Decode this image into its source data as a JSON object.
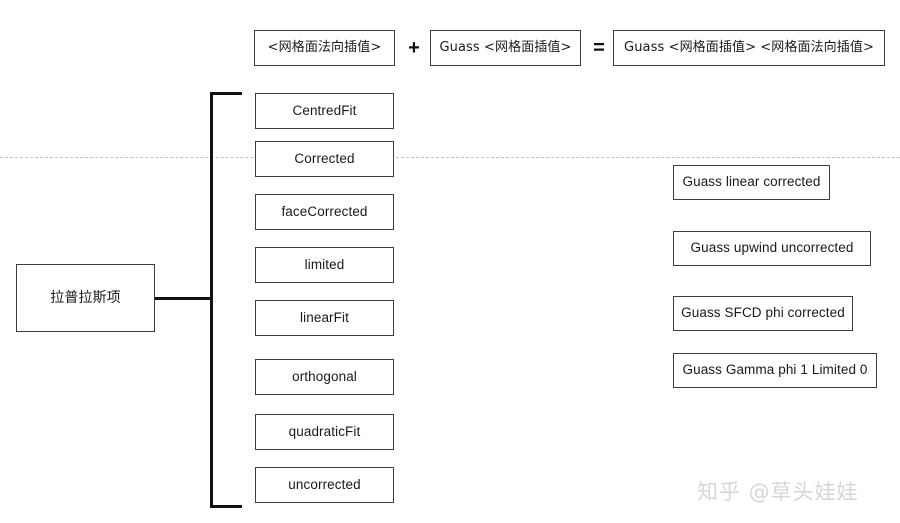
{
  "diagram": {
    "title_formula": {
      "operand_left": "<网格面法向插值>",
      "operator_plus": "+",
      "operand_right": "Guass <网格面插值>",
      "operator_equals": "=",
      "result": "Guass <网格面插值> <网格面法向插值>"
    },
    "root": {
      "label": "拉普拉斯项"
    },
    "scheme_items": [
      {
        "label": "CentredFit"
      },
      {
        "label": "Corrected"
      },
      {
        "label": "faceCorrected"
      },
      {
        "label": "limited"
      },
      {
        "label": "linearFit"
      },
      {
        "label": "orthogonal"
      },
      {
        "label": "quadraticFit"
      },
      {
        "label": "uncorrected"
      }
    ],
    "examples": [
      {
        "label": "Guass linear corrected"
      },
      {
        "label": "Guass upwind uncorrected"
      },
      {
        "label": "Guass SFCD phi corrected"
      },
      {
        "label": "Guass Gamma phi 1 Limited 0"
      }
    ],
    "watermark": "知乎 @草头娃娃",
    "colors": {
      "box_border": "#3d3d3d",
      "brace": "#111111",
      "dashed_rule": "#c2c2c2",
      "watermark": "#d6d6d6",
      "background": "#ffffff"
    }
  }
}
